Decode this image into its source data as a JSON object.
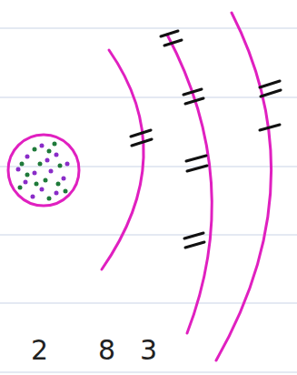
{
  "diagram": {
    "labels": [
      "2",
      "8",
      "3"
    ]
  }
}
